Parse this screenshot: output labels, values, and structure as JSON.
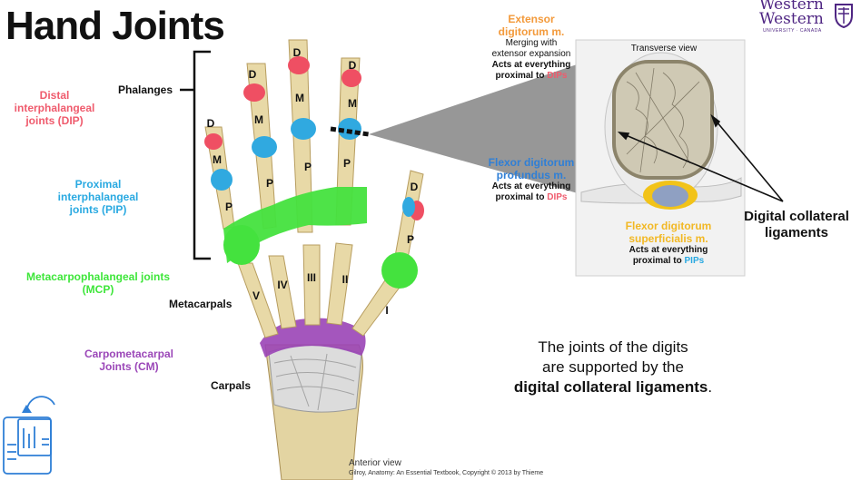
{
  "title": "Hand Joints",
  "logo": {
    "line1": "Western",
    "line2": "Western",
    "sub": "UNIVERSITY · CANADA",
    "color": "#4f2683"
  },
  "left_labels": {
    "dip": "Distal interphalangeal joints (DIP)",
    "pip": "Proximal interphalangeal joints (PIP)",
    "mcp": "Metacarpophalangeal joints (MCP)",
    "cm": "Carpometacarpal Joints (CM)"
  },
  "bone_labels": {
    "phalanges": "Phalanges",
    "metacarpals": "Metacarpals",
    "carpals": "Carpals"
  },
  "finger_letters": {
    "d": "D",
    "m": "M",
    "p": "P"
  },
  "metacarpal_numerals": [
    "V",
    "IV",
    "III",
    "II",
    "I"
  ],
  "extensor": {
    "title": "Extensor digitorum m.",
    "sub1": "Merging with",
    "sub2": "extensor expansion",
    "acts": "Acts at everything",
    "prox": "proximal to ",
    "target": "DIPs"
  },
  "fdp": {
    "title": "Flexor digitorum profundus m.",
    "acts": "Acts at everything",
    "prox": "proximal to ",
    "target": "DIPs"
  },
  "fds": {
    "title": "Flexor digitorum superficialis m.",
    "acts": "Acts at everything",
    "prox": "proximal to ",
    "target": "PIPs"
  },
  "transverse_view": "Transverse view",
  "digital_collateral": "Digital collateral ligaments",
  "body_text": {
    "line1": "The joints of the digits",
    "line2": "are supported by the",
    "line3": "digital collateral ligaments",
    "end": "."
  },
  "anterior_view": "Anterior view",
  "credit": "Gilroy, Anatomy: An Essential Textbook, Copyright © 2013 by Thieme",
  "colors": {
    "dip": "#ef4f63",
    "pip": "#30a9e0",
    "mcp": "#44e23e",
    "cm": "#9a44b6",
    "bone": "#e8d9a7",
    "bone_dark": "#b79d5f"
  }
}
